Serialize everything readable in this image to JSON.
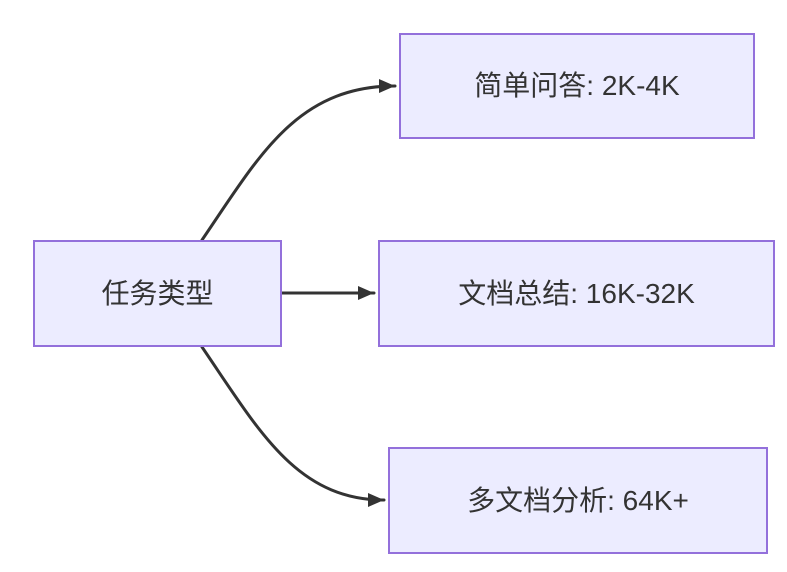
{
  "diagram": {
    "type": "flowchart",
    "direction": "left-to-right",
    "colors": {
      "background": "#FFFFFF",
      "node_fill": "#ECECFF",
      "node_border": "#9370DB",
      "edge": "#333333",
      "text": "#333333"
    },
    "nodes": {
      "root": {
        "label": "任务类型"
      },
      "branch1": {
        "label": "简单问答: 2K-4K"
      },
      "branch2": {
        "label": "文档总结: 16K-32K"
      },
      "branch3": {
        "label": "多文档分析: 64K+"
      }
    },
    "edges": [
      {
        "from": "任务类型",
        "to": "简单问答: 2K-4K"
      },
      {
        "from": "任务类型",
        "to": "文档总结: 16K-32K"
      },
      {
        "from": "任务类型",
        "to": "多文档分析: 64K+"
      }
    ]
  }
}
